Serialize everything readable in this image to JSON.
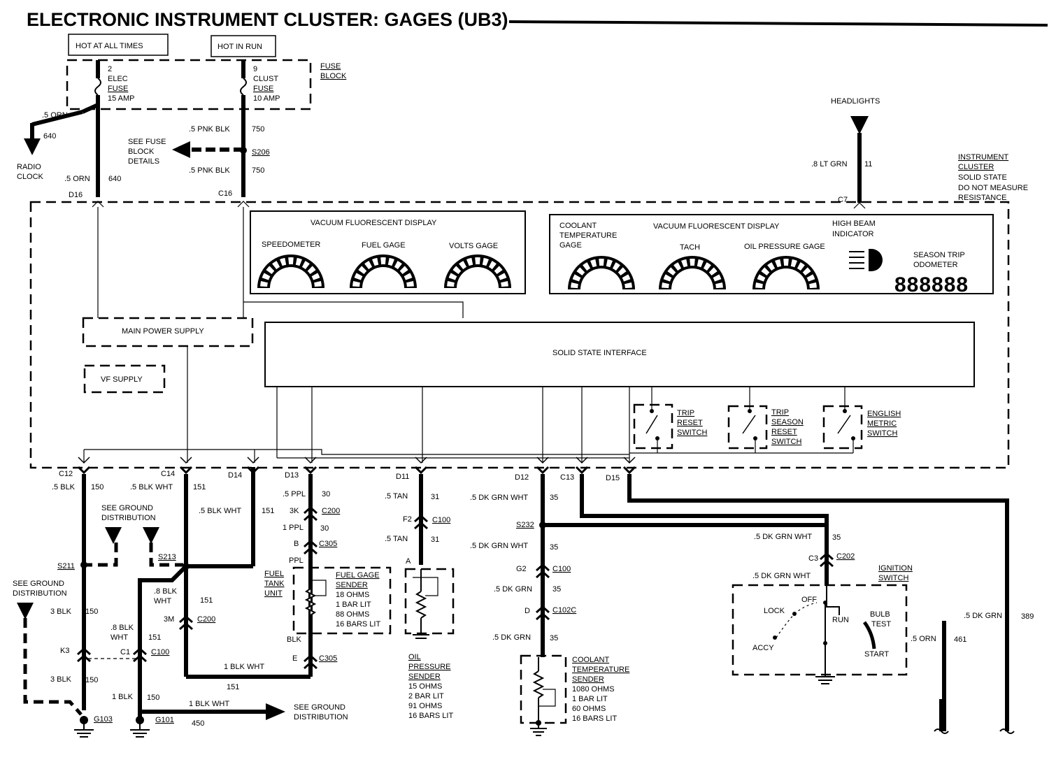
{
  "title": "ELECTRONIC INSTRUMENT CLUSTER: GAGES (UB3)",
  "power": {
    "hot_all_times": "HOT AT ALL TIMES",
    "hot_in_run": "HOT IN RUN"
  },
  "fuse_block": {
    "label1": "FUSE",
    "label2": "BLOCK",
    "fuse2": [
      "2",
      "ELEC",
      "FUSE",
      "15 AMP"
    ],
    "fuse9": [
      "9",
      "CLUST",
      "FUSE",
      "10 AMP"
    ]
  },
  "top_wires": {
    "orn_left": ".5 ORN",
    "orn_left_num": "640",
    "radio1": "RADIO",
    "radio2": "CLOCK",
    "pnk1": ".5 PNK BLK",
    "pnk1_num": "750",
    "s206": "S206",
    "see_fuse": [
      "SEE FUSE",
      "BLOCK",
      "DETAILS"
    ],
    "pnk2": ".5 PNK BLK",
    "pnk2_num": "750",
    "orn2": ".5 ORN",
    "orn2_num": "640",
    "d16": "D16",
    "c16": "C16",
    "headlights": "HEADLIGHTS",
    "lt_grn": ".8 LT GRN",
    "lt_grn_num": "11",
    "c7": "C7"
  },
  "cluster_note": [
    "INSTRUMENT",
    "CLUSTER",
    "SOLID STATE",
    "DO NOT MEASURE",
    "RESISTANCE"
  ],
  "vfd_left": {
    "title": "VACUUM FLUORESCENT DISPLAY",
    "g1": "SPEEDOMETER",
    "g2": "FUEL GAGE",
    "g3": "VOLTS GAGE"
  },
  "vfd_right": {
    "title": "VACUUM FLUORESCENT DISPLAY",
    "coolant": [
      "COOLANT",
      "TEMPERATURE",
      "GAGE"
    ],
    "tach": "TACH",
    "oil": "OIL PRESSURE GAGE",
    "high_beam": [
      "HIGH BEAM",
      "INDICATOR"
    ],
    "season": [
      "SEASON TRIP",
      "ODOMETER"
    ],
    "digits": "888888"
  },
  "blocks": {
    "main_power": "MAIN POWER SUPPLY",
    "vf_supply": "VF SUPPLY",
    "ssi": "SOLID STATE INTERFACE"
  },
  "switches": {
    "trip_reset": [
      "TRIP",
      "RESET",
      "SWITCH"
    ],
    "trip_season": [
      "TRIP",
      "SEASON",
      "RESET",
      "SWITCH"
    ],
    "english": [
      "ENGLISH",
      "METRIC",
      "SWITCH"
    ]
  },
  "bottom": {
    "c12": "C12",
    "c14": "C14",
    "d14": "D14",
    "d13": "D13",
    "d11": "D11",
    "d12": "D12",
    "c13": "C13",
    "d15": "D15",
    "w150a": ".5 BLK",
    "n150a": "150",
    "w151a": ".5 BLK WHT",
    "n151a": "151",
    "w151b": ".5 BLK WHT",
    "n151b": "151",
    "see_ground1": [
      "SEE GROUND",
      "DISTRIBUTION"
    ],
    "s211": "S211",
    "s213": "S213",
    "see_ground2": [
      "SEE GROUND",
      "DISTRIBUTION"
    ],
    "w3blk": "3 BLK",
    "n3blk": "150",
    "w8blk": [
      ".8 BLK",
      "WHT"
    ],
    "n8blk": "151",
    "n151c": "151",
    "c3m": "3M",
    "c200b": "C200",
    "w8blk2": [
      ".8 BLK",
      "WHT"
    ],
    "n8blk2": "151",
    "k3": "K3",
    "c1": "C1",
    "c100a": "C100",
    "w3blk2": "3 BLK",
    "n3blk2": "150",
    "w1blk": "1 BLK",
    "n1blk": "150",
    "w1blkwht": "1 BLK WHT",
    "n1blkwht": "151",
    "w1blkwht2": "1 BLK WHT",
    "n450": "450",
    "g103": "G103",
    "g101": "G101",
    "see_ground3": [
      "SEE GROUND",
      "DISTRIBUTION"
    ],
    "fuel": {
      "w1": ".5 PPL",
      "n1": "30",
      "c3k": "3K",
      "c200": "C200",
      "w2": "1 PPL",
      "n2": "30",
      "b": "B",
      "c305": "C305",
      "ppl": "PPL",
      "blk": "BLK",
      "e": "E",
      "c305b": "C305",
      "tank": [
        "FUEL",
        "TANK",
        "UNIT"
      ],
      "sender": [
        "FUEL GAGE",
        "SENDER",
        "18 OHMS",
        "1 BAR LIT",
        "88 OHMS",
        "16 BARS LIT"
      ]
    },
    "oil": {
      "w1": ".5 TAN",
      "n1": "31",
      "f2": "F2",
      "c100": "C100",
      "w2": ".5 TAN",
      "n2": "31",
      "a": "A",
      "sender": [
        "OIL",
        "PRESSURE",
        "SENDER",
        "15 OHMS",
        "2 BAR LIT",
        "91 OHMS",
        "16 BARS LIT"
      ]
    },
    "coolant": {
      "w1": ".5 DK GRN WHT",
      "n1": "35",
      "s232": "S232",
      "w2": ".5 DK GRN WHT",
      "n2": "35",
      "g2": "G2",
      "c100": "C100",
      "w3": ".5 DK GRN",
      "n3": "35",
      "d": "D",
      "c102c": "C102C",
      "w4": ".5 DK GRN",
      "n4": "35",
      "sender": [
        "COOLANT",
        "TEMPERATURE",
        "SENDER",
        "1080 OHMS",
        "1 BAR LIT",
        "60 OHMS",
        "16 BARS LIT"
      ]
    },
    "ignition": {
      "w1": ".5 DK GRN WHT",
      "n1": "35",
      "c3": "C3",
      "c202": "C202",
      "w2": ".5 DK GRN WHT",
      "title": [
        "IGNITION",
        "SWITCH"
      ],
      "lock": "LOCK",
      "off": "OFF",
      "run": "RUN",
      "accy": "ACCY",
      "bulb": [
        "BULB",
        "TEST"
      ],
      "start": "START",
      "orn": ".5 ORN",
      "orn_num": "461",
      "dkgrn": ".5 DK GRN",
      "dkgrn_num": "389"
    }
  }
}
